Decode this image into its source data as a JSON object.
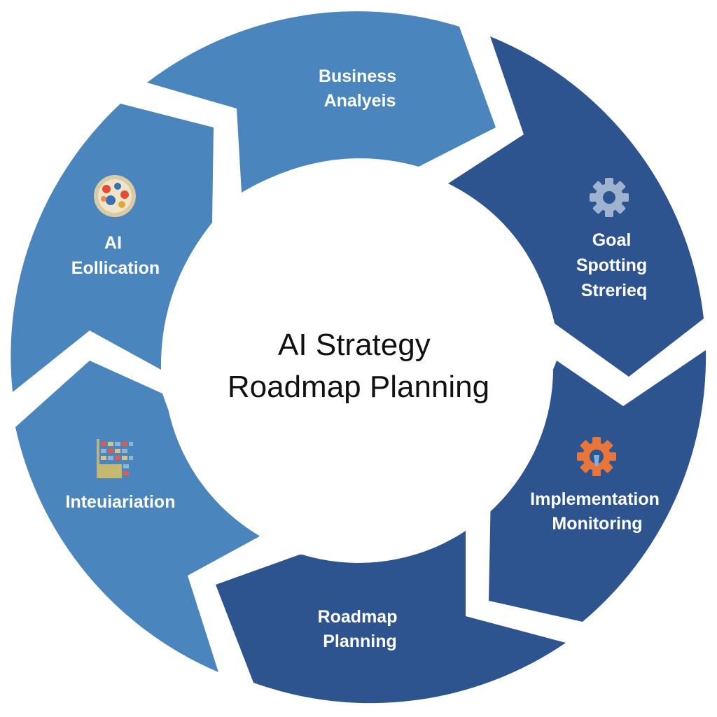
{
  "diagram": {
    "center": {
      "lines": [
        "AI Strategy",
        "Roadmap Planning"
      ]
    },
    "segments": [
      {
        "id": "business-analysis",
        "lines": [
          "Business",
          "Analyeis"
        ],
        "icon": "none",
        "color": "#4a86bd"
      },
      {
        "id": "goal-spotting",
        "lines": [
          "Goal",
          "Spotting",
          "Strerieq"
        ],
        "icon": "gear-icon",
        "color": "#2e5490"
      },
      {
        "id": "implementation-monitoring",
        "lines": [
          "Implementation",
          "Monitoring"
        ],
        "icon": "orange-gear-icon",
        "color": "#2e5490"
      },
      {
        "id": "roadmap-planning",
        "lines": [
          "Roadmap",
          "Planning"
        ],
        "icon": "none",
        "color": "#2e5490"
      },
      {
        "id": "integration",
        "lines": [
          "Inteuiariation"
        ],
        "icon": "data-grid-icon",
        "color": "#4a86bd"
      },
      {
        "id": "ai-collection",
        "lines": [
          "AI",
          "Eollication"
        ],
        "icon": "palette-icon",
        "color": "#4a86bd"
      }
    ]
  }
}
